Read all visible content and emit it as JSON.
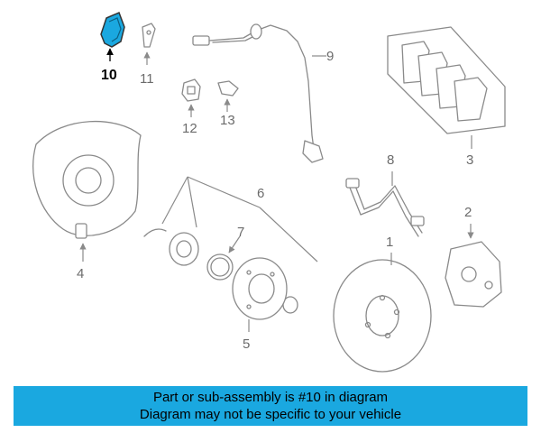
{
  "callouts": {
    "p1": "1",
    "p2": "2",
    "p3": "3",
    "p4": "4",
    "p5": "5",
    "p6": "6",
    "p7": "7",
    "p8": "8",
    "p9": "9",
    "p10": "10",
    "p11": "11",
    "p12": "12",
    "p13": "13"
  },
  "highlight": {
    "part": "10",
    "color": "#1aa8e0"
  },
  "banner": {
    "line1": "Part or sub-assembly is #10 in diagram",
    "line2": "Diagram may not be specific to your vehicle",
    "background": "#1aa8e0"
  }
}
